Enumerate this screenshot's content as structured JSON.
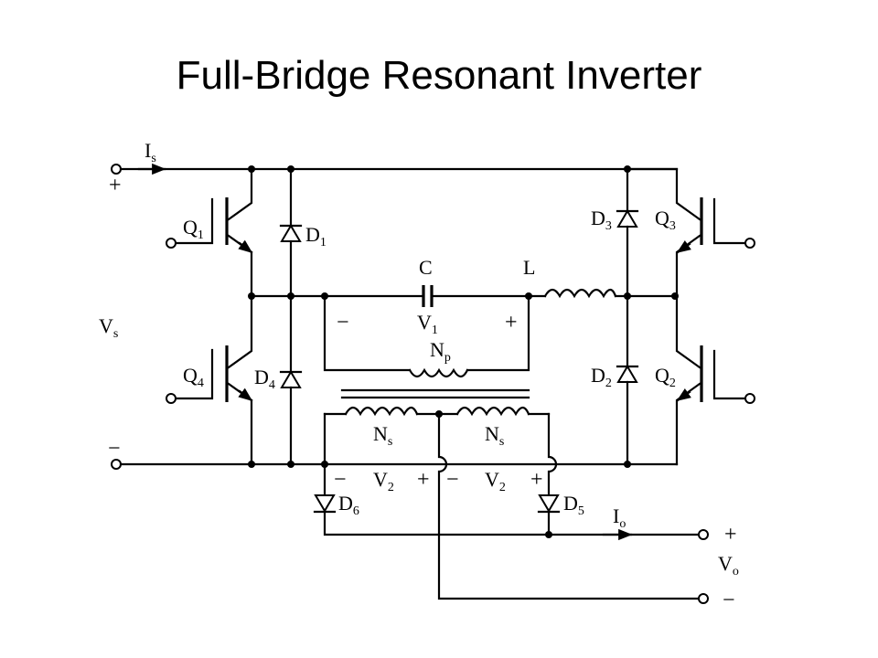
{
  "title": "Full-Bridge Resonant Inverter",
  "labels": {
    "Is": {
      "main": "I",
      "sub": "s"
    },
    "Vs": {
      "main": "V",
      "sub": "s"
    },
    "Q1": {
      "main": "Q",
      "sub": "1"
    },
    "Q2": {
      "main": "Q",
      "sub": "2"
    },
    "Q3": {
      "main": "Q",
      "sub": "3"
    },
    "Q4": {
      "main": "Q",
      "sub": "4"
    },
    "D1": {
      "main": "D",
      "sub": "1"
    },
    "D2": {
      "main": "D",
      "sub": "2"
    },
    "D3": {
      "main": "D",
      "sub": "3"
    },
    "D4": {
      "main": "D",
      "sub": "4"
    },
    "D5": {
      "main": "D",
      "sub": "5"
    },
    "D6": {
      "main": "D",
      "sub": "6"
    },
    "C": "C",
    "L": "L",
    "V1": {
      "main": "V",
      "sub": "1"
    },
    "Np": {
      "main": "N",
      "sub": "p"
    },
    "Ns_left": {
      "main": "N",
      "sub": "s"
    },
    "Ns_right": {
      "main": "N",
      "sub": "s"
    },
    "V2_left": {
      "main": "V",
      "sub": "2"
    },
    "V2_right": {
      "main": "V",
      "sub": "2"
    },
    "Io": {
      "main": "I",
      "sub": "o"
    },
    "Vo": {
      "main": "V",
      "sub": "o"
    }
  },
  "signs": {
    "plus": "+",
    "minus": "−"
  }
}
